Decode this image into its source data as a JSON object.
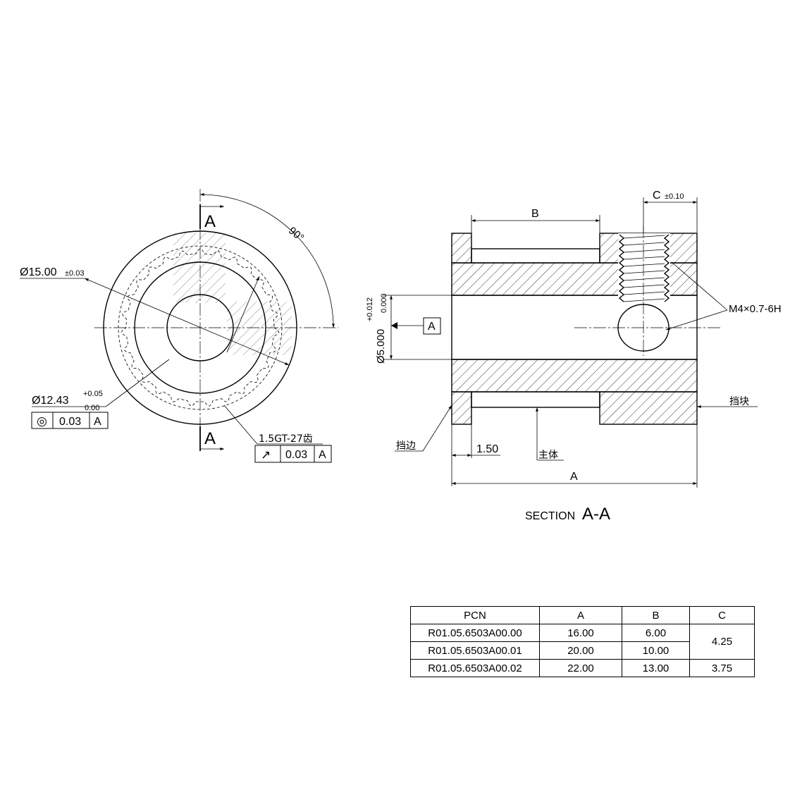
{
  "front_view": {
    "section_mark": "A",
    "angle_label": "90°",
    "outer_dia": {
      "value": "Ø15.00",
      "tol": "±0.03"
    },
    "hub_dia": {
      "value": "Ø12.43",
      "tol_upper": "+0.05",
      "tol_lower": "0.00"
    },
    "concentricity": {
      "symbol": "◎",
      "value": "0.03",
      "datum": "A"
    },
    "teeth_label": "1.5GT-27齿",
    "runout": {
      "symbol": "↗",
      "value": "0.03",
      "datum": "A"
    }
  },
  "section_view": {
    "title_prefix": "SECTION",
    "title_suffix": "A-A",
    "dim_B": "B",
    "dim_C": "C",
    "dim_C_tol": "±0.10",
    "thread_label": "M4×0.7-6H",
    "bore_dia": "Ø5.000",
    "bore_tol_upper": "+0.012",
    "bore_tol_lower": "0.000",
    "datum": "A",
    "flange_label": "挡边",
    "flange_thickness": "1.50",
    "body_label": "主体",
    "dim_A": "A",
    "collar_label": "挡块"
  },
  "pcn_table": {
    "headers": [
      "PCN",
      "A",
      "B",
      "C"
    ],
    "rows": [
      [
        "R01.05.6503A00.00",
        "16.00",
        "6.00"
      ],
      [
        "R01.05.6503A00.01",
        "20.00",
        "10.00"
      ],
      [
        "R01.05.6503A00.02",
        "22.00",
        "13.00",
        "3.75"
      ]
    ],
    "merged_c": "4.25"
  }
}
